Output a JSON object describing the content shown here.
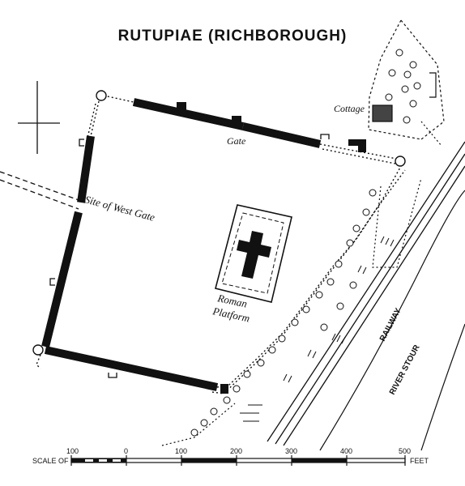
{
  "title": "RUTUPIAE (RICHBOROUGH)",
  "labels": {
    "gate": "Gate",
    "west_gate": "Site of West Gate",
    "platform_line1": "Roman",
    "platform_line2": "Platform",
    "cottage": "Cottage",
    "railway": "RAILWAY",
    "river": "RIVER STOUR"
  },
  "scale": {
    "prefix": "SCALE OF",
    "unit": "FEET",
    "ticks": [
      "100",
      "0",
      "100",
      "200",
      "300",
      "400",
      "500"
    ]
  },
  "icons": [
    "north-cross-icon",
    "tree-icon"
  ],
  "colors": {
    "ink": "#111111",
    "paper": "#ffffff"
  }
}
